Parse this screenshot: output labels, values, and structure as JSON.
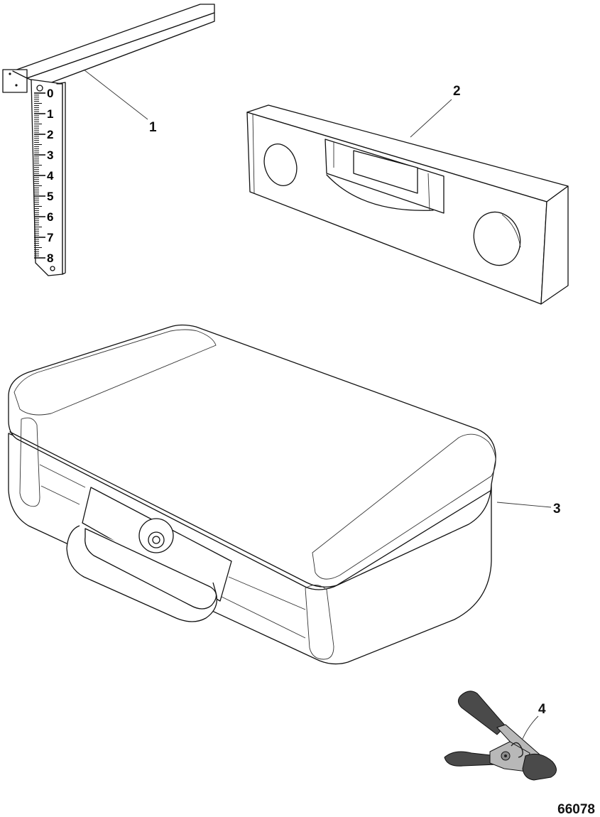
{
  "figure_id": "66078",
  "callouts": {
    "item1": "1",
    "item2": "2",
    "item3": "3",
    "item4": "4"
  },
  "ruler_scale": [
    "0",
    "1",
    "2",
    "3",
    "4",
    "5",
    "6",
    "7",
    "8"
  ],
  "colors": {
    "line": "#111111",
    "clamp_handle": "#4a4a4a",
    "clamp_metal": "#b8b8b8"
  }
}
